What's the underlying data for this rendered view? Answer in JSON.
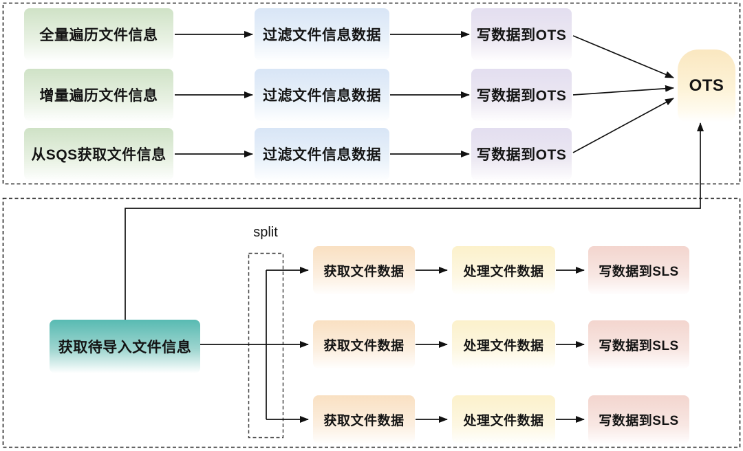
{
  "top_section": {
    "rows": [
      {
        "source": "全量遍历文件信息",
        "filter": "过滤文件信息数据",
        "write": "写数据到OTS"
      },
      {
        "source": "增量遍历文件信息",
        "filter": "过滤文件信息数据",
        "write": "写数据到OTS"
      },
      {
        "source": "从SQS获取文件信息",
        "filter": "过滤文件信息数据",
        "write": "写数据到OTS"
      }
    ],
    "store": {
      "label": "OTS"
    }
  },
  "bottom_section": {
    "source": {
      "label": "获取待导入文件信息"
    },
    "split_label": "split",
    "rows": [
      {
        "fetch": "获取文件数据",
        "process": "处理文件数据",
        "write": "写数据到SLS"
      },
      {
        "fetch": "获取文件数据",
        "process": "处理文件数据",
        "write": "写数据到SLS"
      },
      {
        "fetch": "获取文件数据",
        "process": "处理文件数据",
        "write": "写数据到SLS"
      }
    ]
  },
  "colors": {
    "source_green": "#cfe2c6",
    "filter_blue": "#d8e5f6",
    "write_purple": "#e3def0",
    "store_cream": "#fae7c0",
    "source_teal": "#58bab2",
    "fetch_orange": "#f9e0c2",
    "process_yellow": "#fcf1cb",
    "write_pink": "#f3d5ce",
    "line": "#111111",
    "dashed_border": "#222222"
  }
}
